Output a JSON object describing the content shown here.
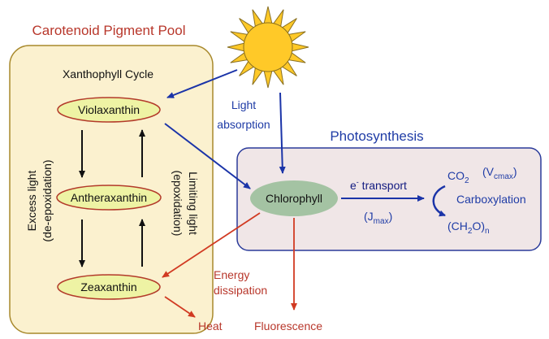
{
  "pool": {
    "title": "Carotenoid Pigment Pool",
    "cycle_title": "Xanthophyll Cycle",
    "pigments": {
      "violaxanthin": "Violaxanthin",
      "antheraxanthin": "Antheraxanthin",
      "zeaxanthin": "Zeaxanthin"
    },
    "excess_light": [
      "Excess light",
      "(de-epoxidation)"
    ],
    "limiting_light": [
      "Limiting light",
      "(epoxidation)"
    ]
  },
  "photosynthesis": {
    "title": "Photosynthesis",
    "chlorophyll": "Chlorophyll",
    "e_transport": {
      "superscript": "e",
      "sup": "-",
      "rest": " transport"
    },
    "jmax": {
      "open": "(J",
      "sub": "max",
      "close": ")"
    },
    "co2": {
      "main": "CO",
      "sub": "2"
    },
    "vcmax": {
      "open": "(V",
      "sub": "cmax",
      "close": ")"
    },
    "carboxylation": "Carboxylation",
    "ch2o": {
      "main": "(CH",
      "sub1": "2",
      "mid": "O)",
      "sub2": "n"
    }
  },
  "light_absorption": [
    "Light",
    "absorption"
  ],
  "energy_dissipation": [
    "Energy",
    "dissipation"
  ],
  "heat": "Heat",
  "fluorescence": "Fluorescence",
  "colors": {
    "blue_text": "#1f3ca6",
    "red_text": "#b8372b",
    "arrow_blue": "#1b34a8",
    "arrow_red": "#d13a22",
    "pool_fill": "#fbf1cf",
    "pool_stroke": "#a8892c",
    "ellipse_fill": "#eef3a4",
    "ellipse_stroke": "#b33a2a",
    "photo_fill": "#f0e6e7",
    "photo_stroke": "#2a3a9a",
    "chlorophyll_fill": "#a4c3a3",
    "sun_fill": "#ffc928",
    "sun_stroke": "#8a7020"
  }
}
